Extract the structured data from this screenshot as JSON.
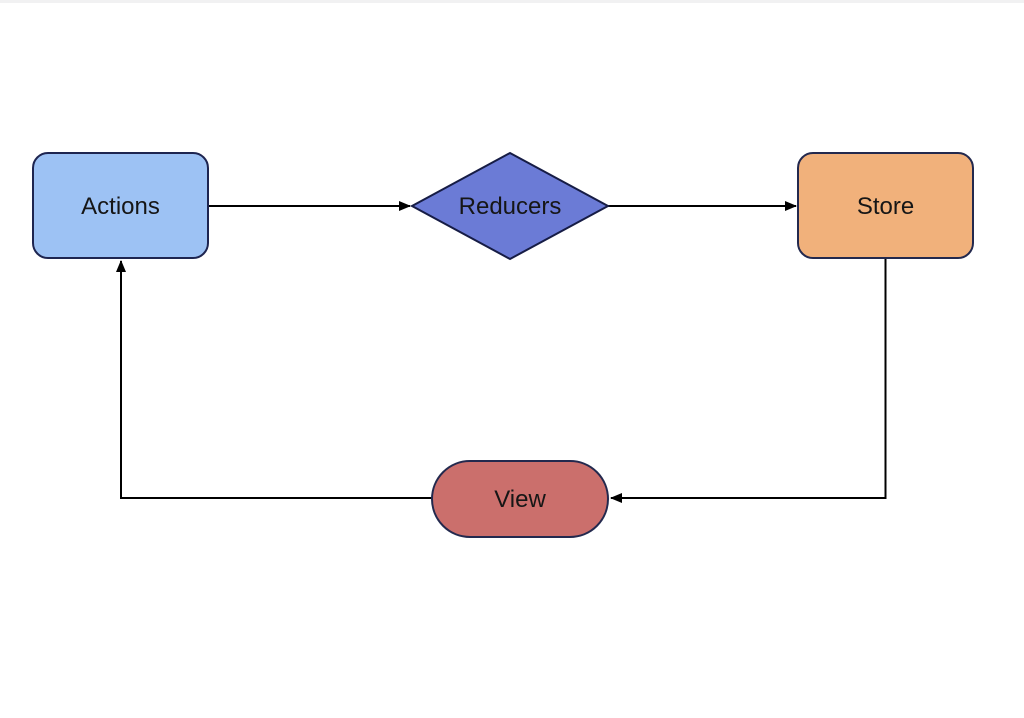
{
  "diagram": {
    "background": "#ffffff",
    "top_strip_color": "#f1f1f2",
    "connector_color": "#000000",
    "text_color": "#161616",
    "nodes": {
      "actions": {
        "label": "Actions",
        "shape": "rounded-rectangle",
        "fill": "#9dc2f4",
        "stroke": "#1e2550"
      },
      "reducers": {
        "label": "Reducers",
        "shape": "diamond",
        "fill": "#6b7bd6",
        "stroke": "#161c45"
      },
      "store": {
        "label": "Store",
        "shape": "rounded-rectangle",
        "fill": "#f1b17b",
        "stroke": "#23294e"
      },
      "view": {
        "label": "View",
        "shape": "stadium",
        "fill": "#cb6f6c",
        "stroke": "#23294e"
      }
    },
    "edges": [
      {
        "from": "actions",
        "to": "reducers"
      },
      {
        "from": "reducers",
        "to": "store"
      },
      {
        "from": "store",
        "to": "view"
      },
      {
        "from": "view",
        "to": "actions"
      }
    ]
  }
}
